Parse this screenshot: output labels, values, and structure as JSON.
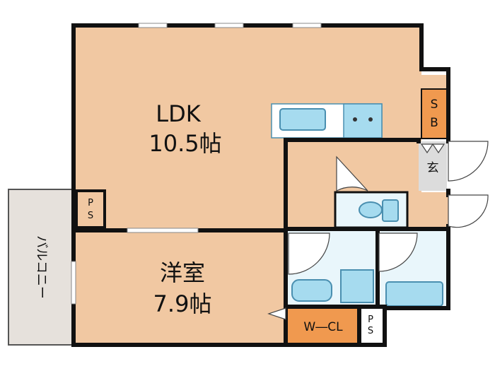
{
  "colors": {
    "room_fill": "#f1c8a2",
    "wet_fill": "#e9f6fb",
    "fixture_fill": "#a6dbef",
    "fixture_stroke": "#4a8fb0",
    "balcony_fill": "#e6e1dc",
    "storage_fill": "#f0994f",
    "entrance_fill": "#dcdcdc",
    "wall": "#111111"
  },
  "rooms": {
    "ldk": {
      "name": "LDK",
      "size": "10.5帖"
    },
    "western": {
      "name": "洋室",
      "size": "7.9帖"
    },
    "balcony": {
      "name": "バルコニー"
    },
    "entrance": {
      "name": "玄"
    },
    "shoe_box": {
      "name": "SB"
    },
    "walk_in_closet": {
      "name": "W―CL"
    },
    "pipe_space_1": {
      "name": "PS"
    },
    "pipe_space_2": {
      "name": "PS"
    }
  },
  "fixtures": {
    "kitchen": {
      "icon": "kitchen-sink-stove-icon"
    },
    "toilet": {
      "icon": "toilet-icon"
    },
    "bathtub": {
      "icon": "bathtub-icon"
    },
    "washbasin": {
      "icon": "washbasin-icon"
    },
    "washing_machine": {
      "icon": "washing-machine-pan-icon"
    }
  }
}
